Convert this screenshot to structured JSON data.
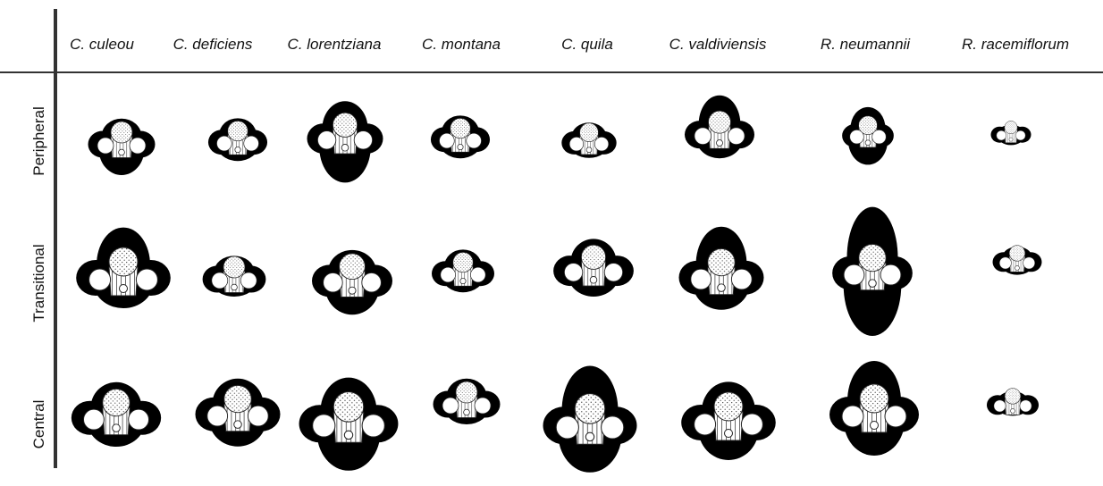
{
  "columns": [
    "C. culeou",
    "C. deficiens",
    "C. lorentziana",
    "C. montana",
    "C. quila",
    "C. valdiviensis",
    "R. neumannii",
    "R. racemiflorum"
  ],
  "rows": [
    "Peripheral",
    "Transitional",
    "Central"
  ],
  "colors": {
    "sheath": "#000000",
    "vessel": "#ffffff",
    "line": "#222222"
  }
}
